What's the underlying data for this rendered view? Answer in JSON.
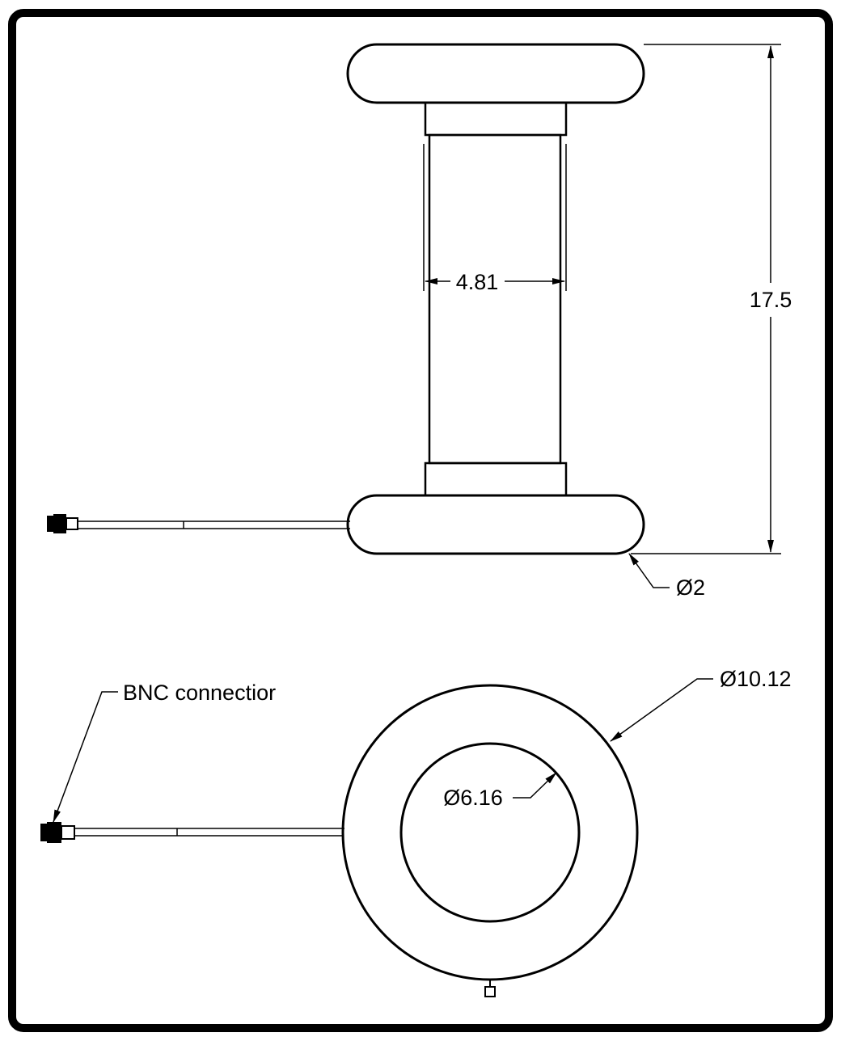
{
  "drawing": {
    "dimensions": {
      "tube_width": "4.81",
      "overall_height": "17.5",
      "ring_section_diameter": "Ø2",
      "outer_diameter": "Ø10.12",
      "inner_diameter": "Ø6.16"
    },
    "callouts": {
      "bnc": "BNC connectior"
    }
  }
}
